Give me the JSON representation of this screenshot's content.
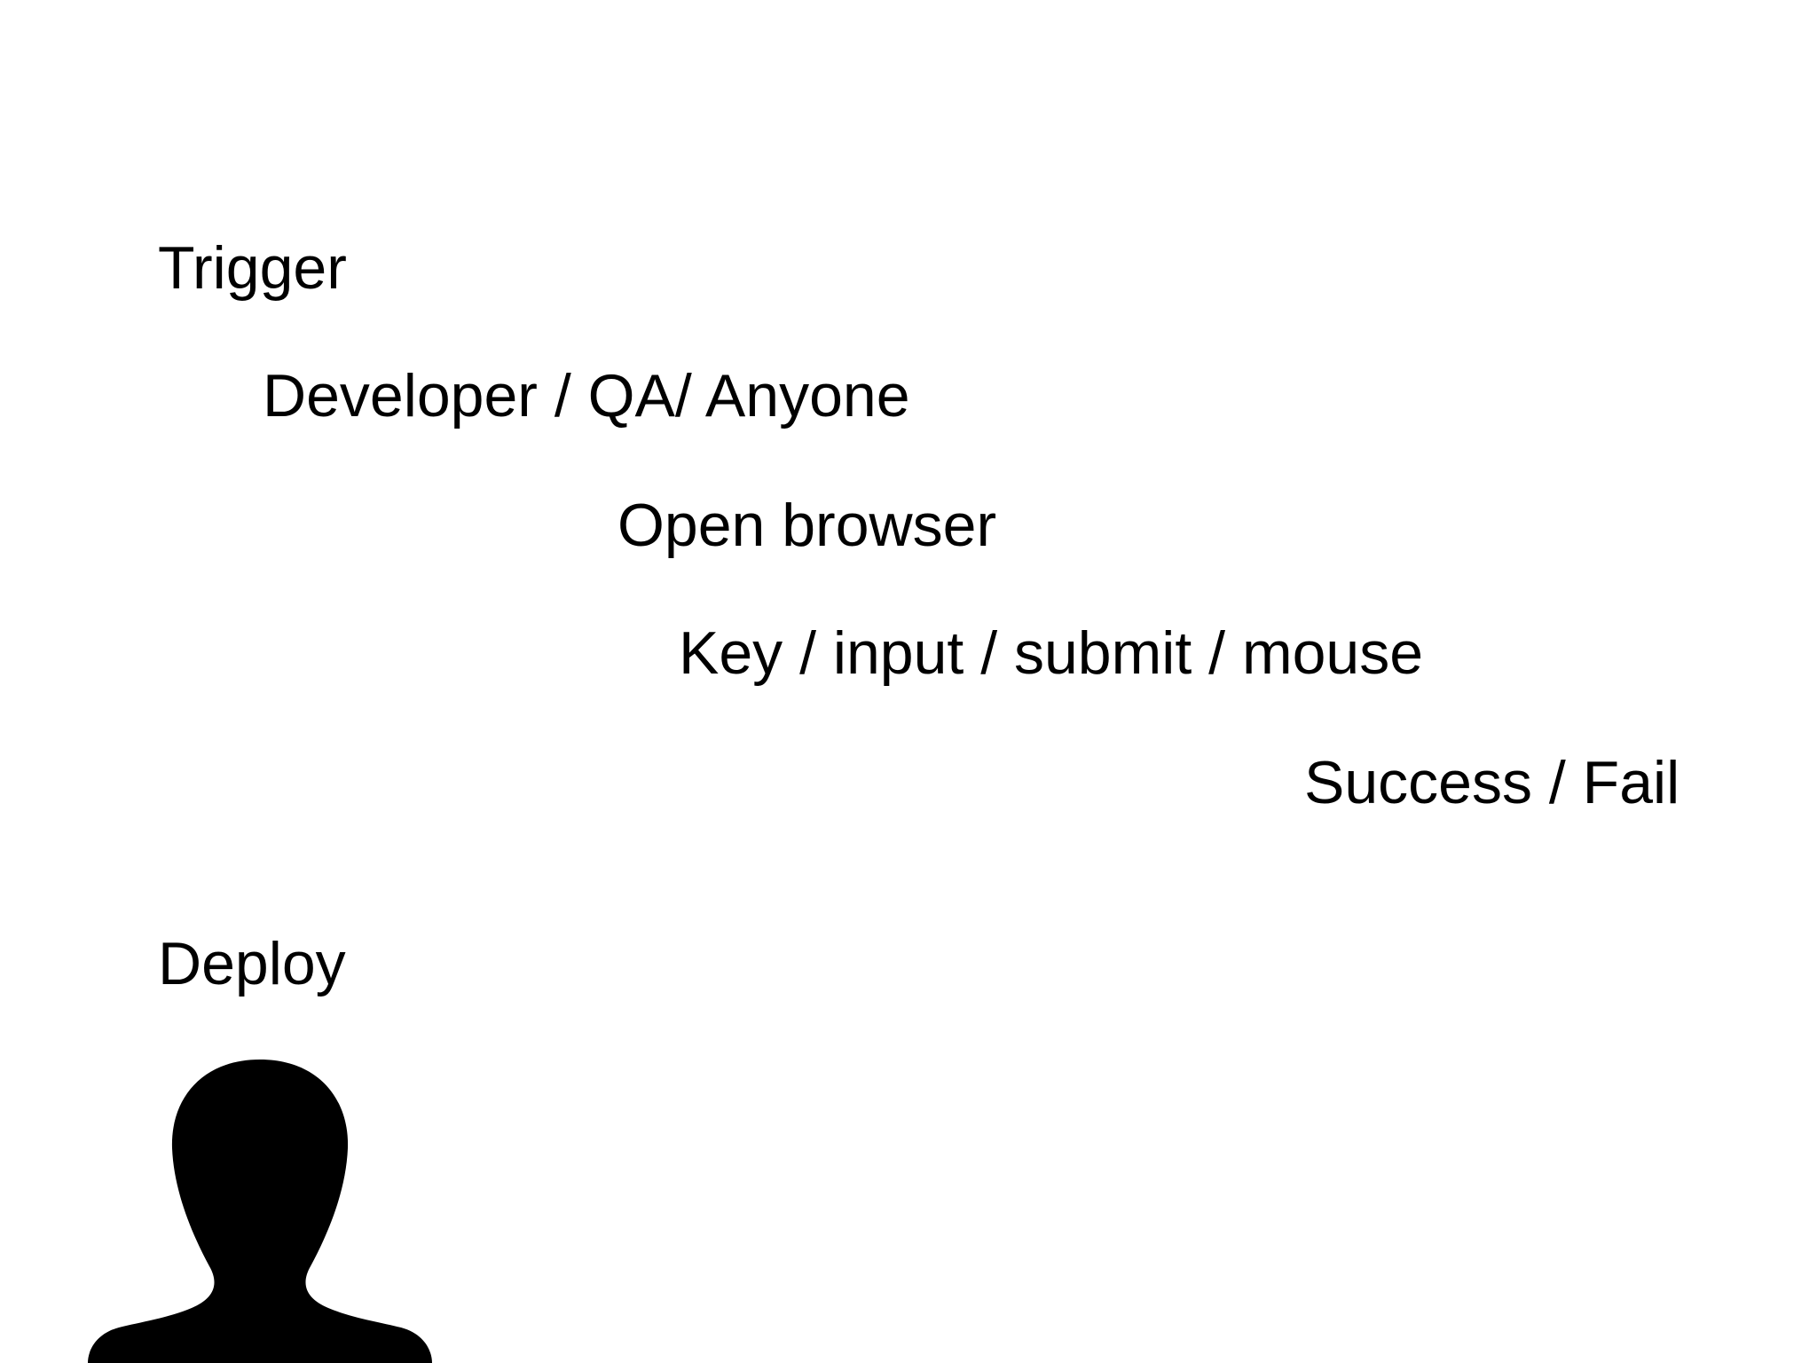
{
  "slide": {
    "lines": {
      "trigger": "Trigger",
      "actors": "Developer / QA/ Anyone",
      "browser": "Open browser",
      "input": "Key / input / submit / mouse",
      "result": "Success / Fail",
      "deploy": "Deploy"
    },
    "icon": "person-silhouette-icon",
    "colors": {
      "background": "#ffffff",
      "text": "#000000",
      "icon": "#000000"
    }
  }
}
